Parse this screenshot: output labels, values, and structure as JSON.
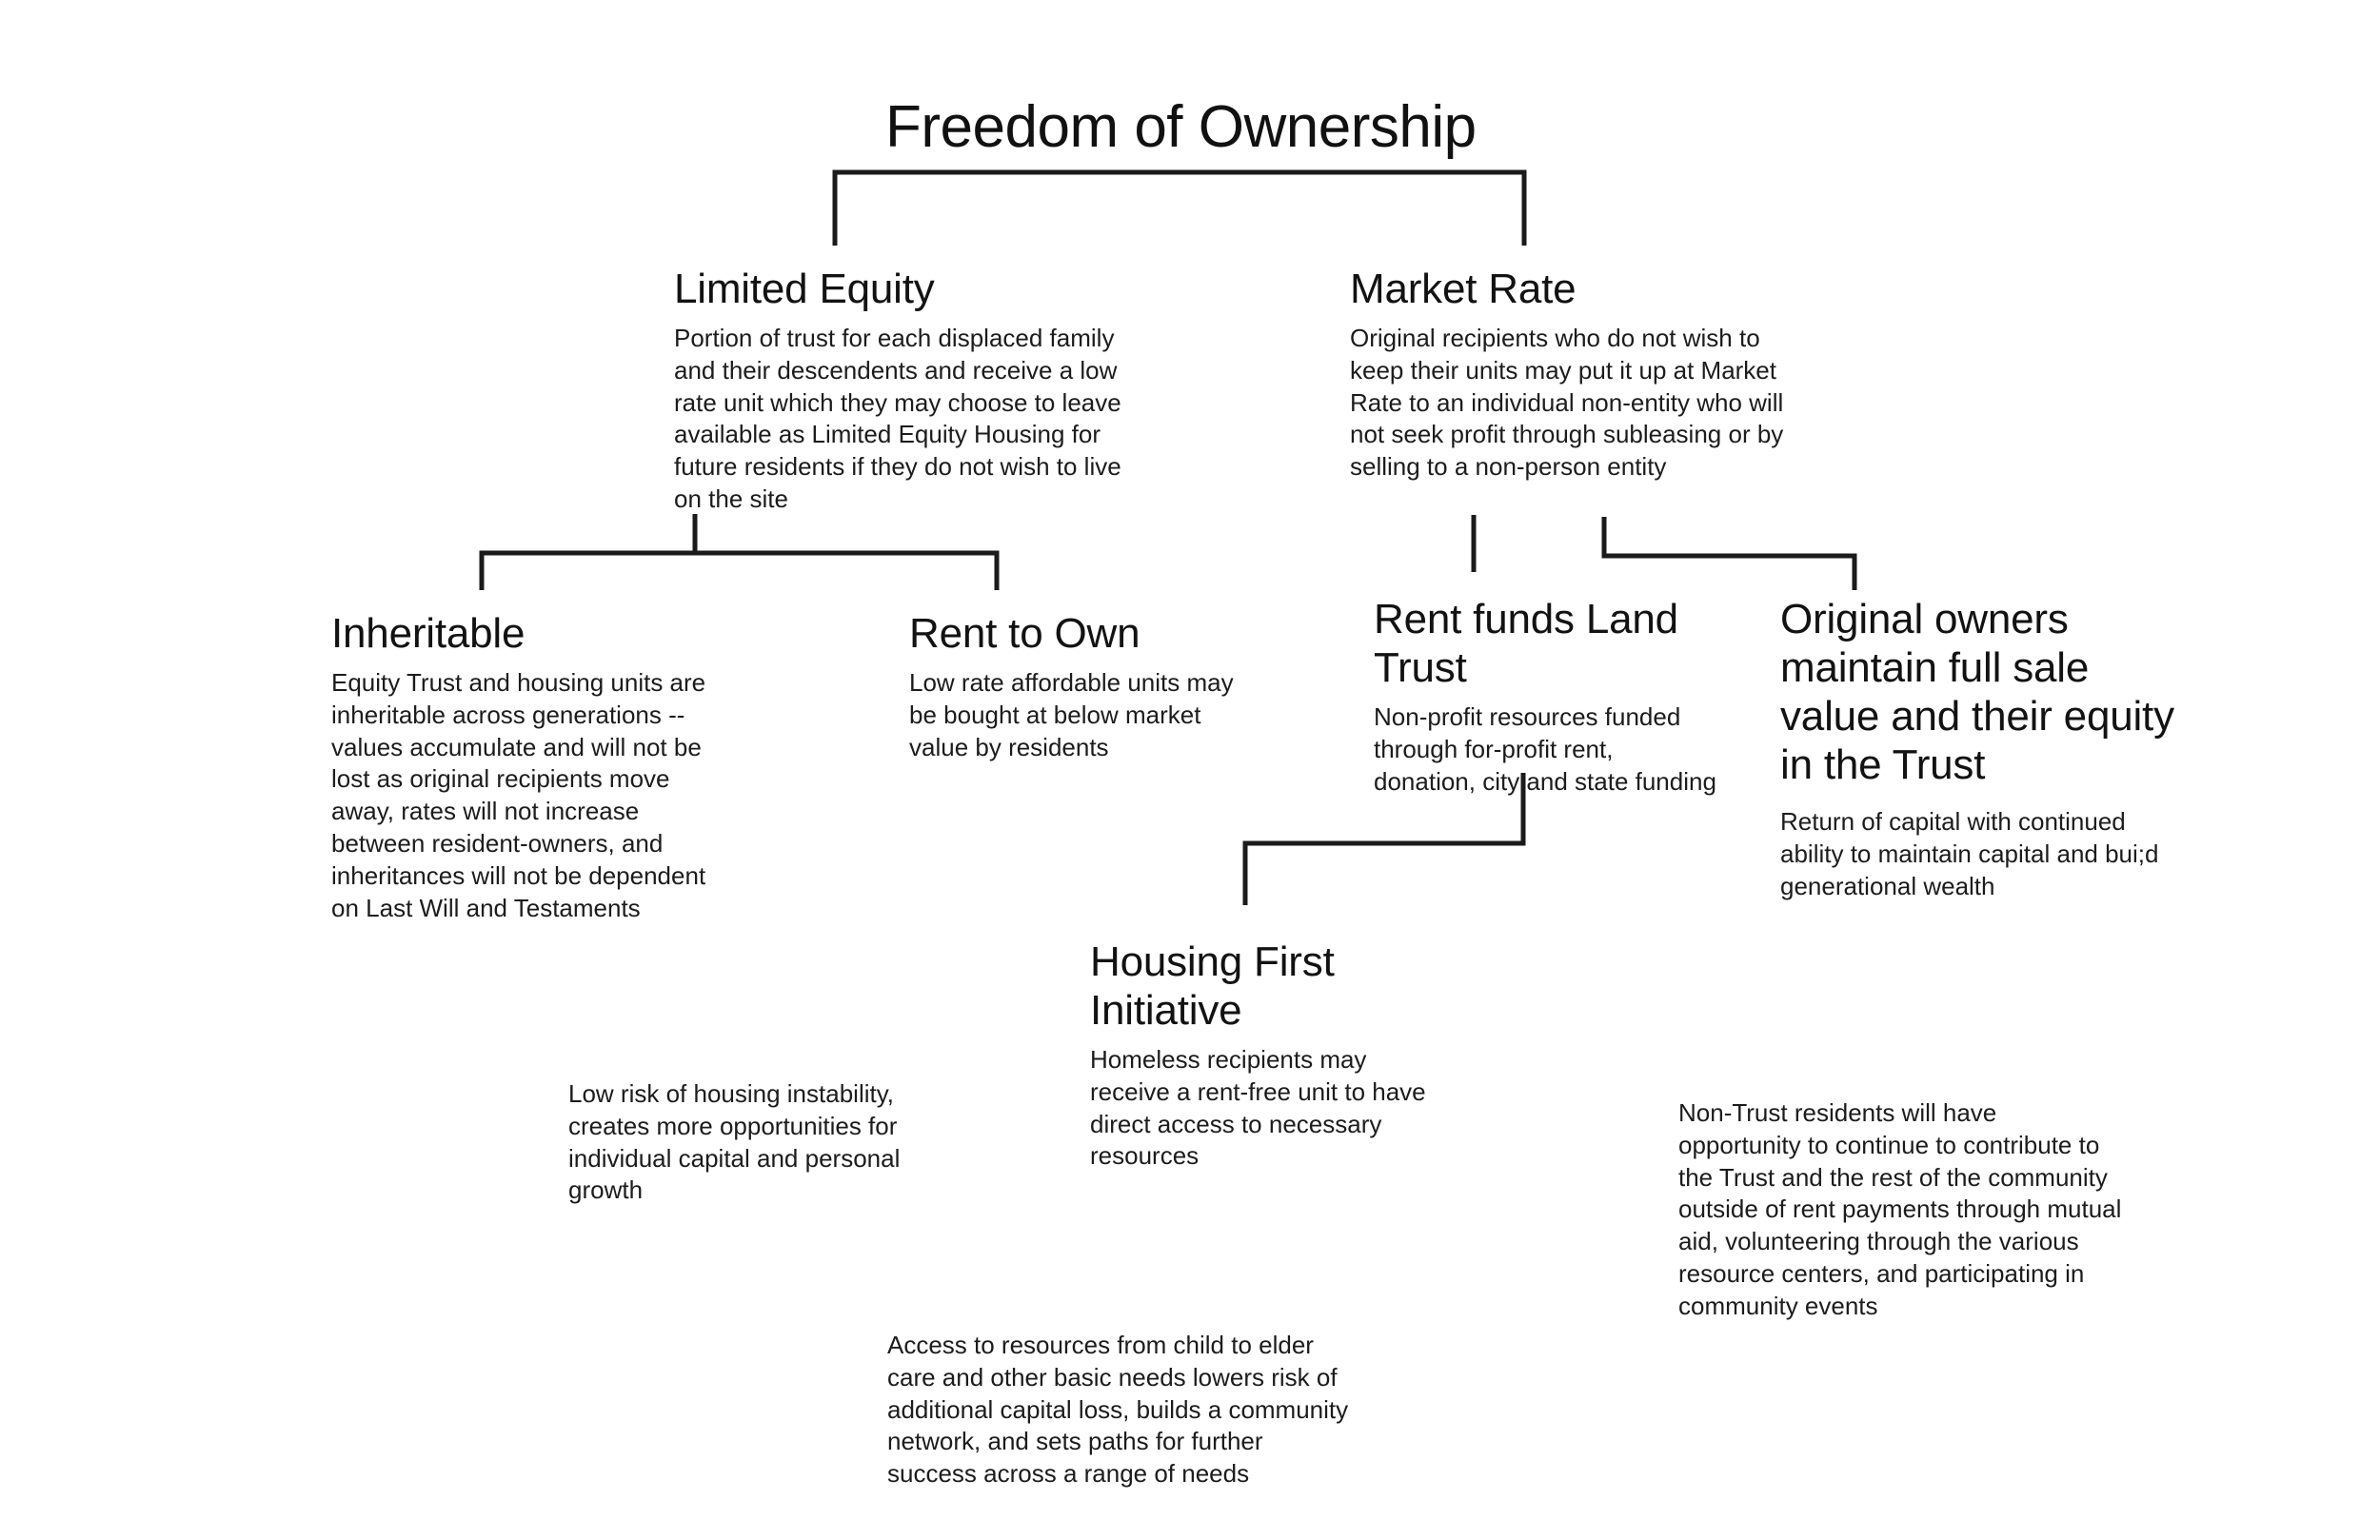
{
  "title": "Freedom of Ownership",
  "nodes": [
    {
      "key": "limited-equity",
      "title": "Limited Equity",
      "body": "Portion of trust for each displaced family and their descendents and receive a low rate unit which they may choose to leave available as Limited Equity Housing for future residents if they do not wish to live on the site"
    },
    {
      "key": "market-rate",
      "title": "Market Rate",
      "body": "Original recipients who do not wish to keep their units may put it up at Market Rate to an individual non-entity who will not seek profit through subleasing or by selling to a non-person entity"
    },
    {
      "key": "inheritable",
      "title": "Inheritable",
      "body": "Equity Trust and housing units are inheritable across generations -- values accumulate and will not be lost as original recipients move away, rates will not increase between resident-owners, and inheritances will not be dependent on Last Will and Testaments"
    },
    {
      "key": "rent-to-own",
      "title": "Rent to Own",
      "body": "Low rate affordable units may be bought at below market value by residents"
    },
    {
      "key": "rent-funds-land-trust",
      "title": "Rent funds Land Trust",
      "body": "Non-profit resources funded through for-profit rent, donation, city and state funding"
    },
    {
      "key": "original-owners",
      "title": "Original owners maintain full sale value and their equity in the Trust",
      "body": "Return of capital with continued ability to maintain capital and bui;d generational wealth"
    },
    {
      "key": "housing-first-initiative",
      "title": "Housing First Initiative",
      "body": "Homeless recipients may receive a rent-free unit to have direct access to necessary resources"
    }
  ],
  "notes": [
    {
      "key": "note-low-risk",
      "text": "Low risk of housing instability, creates more opportunities for individual capital and personal growth"
    },
    {
      "key": "note-non-trust-residents",
      "text": "Non-Trust residents will have opportunity to continue to contribute to the Trust and the rest of the community outside of rent payments through mutual aid, volunteering through the various resource centers, and participating in community events"
    },
    {
      "key": "note-access-resources",
      "text": "Access to resources from child to elder care and other basic needs lowers risk of additional capital loss, builds a community network, and sets paths for further success across a range of needs"
    }
  ],
  "colors": {
    "background": "#ffffff",
    "text": "#1a1a1a",
    "connector": "#1b1b1b"
  }
}
